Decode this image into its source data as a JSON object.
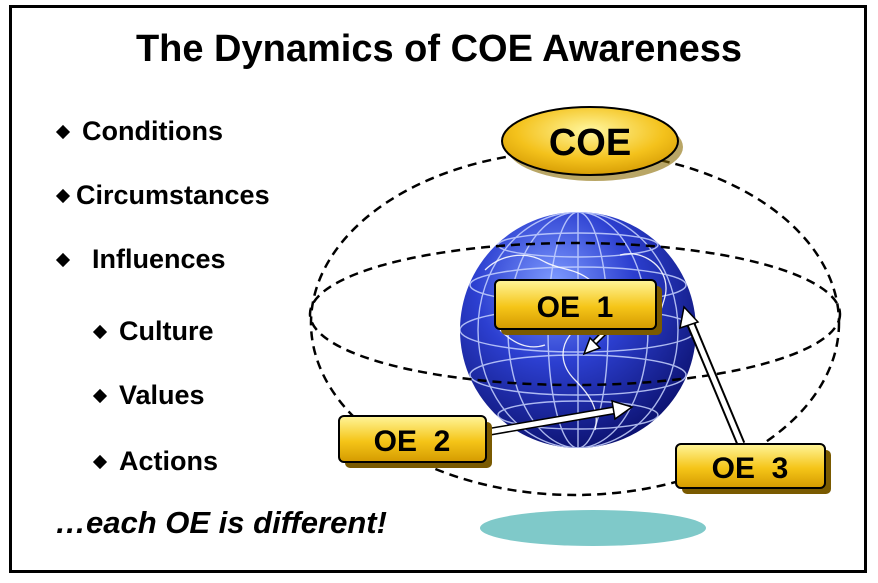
{
  "title": "The Dynamics of COE Awareness",
  "bullets": [
    {
      "label": "Conditions"
    },
    {
      "label": "Circumstances"
    },
    {
      "label": "Influences"
    }
  ],
  "sub_bullets": [
    {
      "label": "Culture"
    },
    {
      "label": "Values"
    },
    {
      "label": "Actions"
    }
  ],
  "tagline": "…each OE is different!",
  "coe_label": "COE",
  "oe_labels": {
    "oe1": "OE  1",
    "oe2": "OE  2",
    "oe3": "OE  3"
  },
  "colors": {
    "gold_top": "#fff27a",
    "gold_bottom": "#e0a800",
    "globe_dark": "#10188a",
    "globe_light": "#5a78ff",
    "teal_ellipse": "#7fc9c9"
  }
}
